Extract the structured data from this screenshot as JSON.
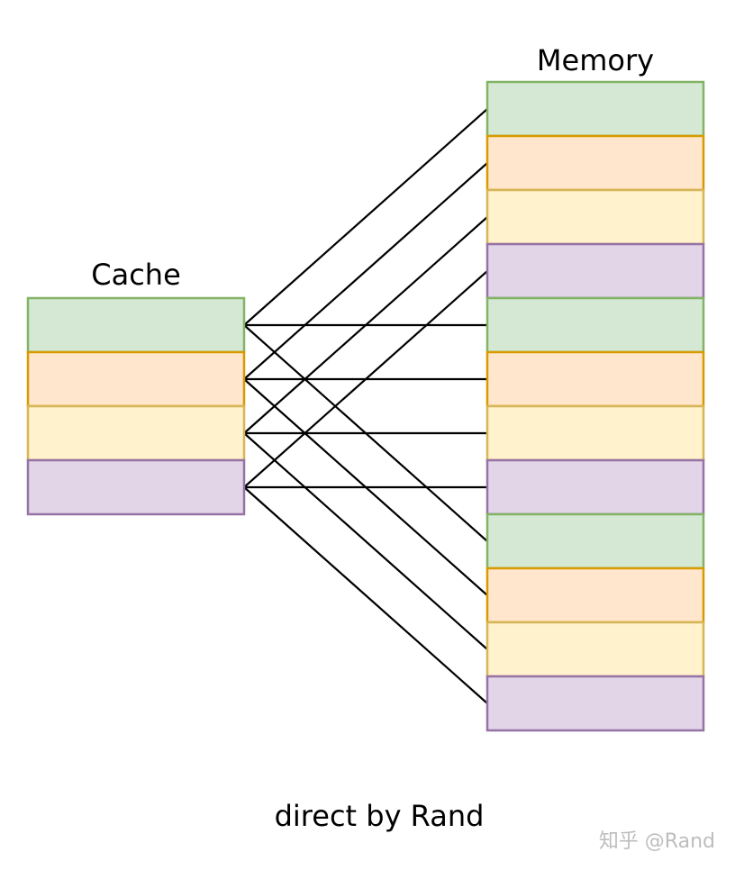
{
  "labels": {
    "cache": "Cache",
    "memory": "Memory",
    "caption": "direct by Rand",
    "watermark": "知乎 @Rand"
  },
  "colors": {
    "green": {
      "fill": "#d5e8d4",
      "stroke": "#82b366"
    },
    "orange": {
      "fill": "#ffe6cc",
      "stroke": "#d79b00"
    },
    "yellow": {
      "fill": "#fff2cc",
      "stroke": "#d6b656"
    },
    "purple": {
      "fill": "#e1d5e7",
      "stroke": "#9673a6"
    },
    "line": "#000000"
  },
  "cache": {
    "blocks": [
      {
        "color": "green"
      },
      {
        "color": "orange"
      },
      {
        "color": "yellow"
      },
      {
        "color": "purple"
      }
    ]
  },
  "memory": {
    "blocks": [
      {
        "color": "green"
      },
      {
        "color": "orange"
      },
      {
        "color": "yellow"
      },
      {
        "color": "purple"
      },
      {
        "color": "green"
      },
      {
        "color": "orange"
      },
      {
        "color": "yellow"
      },
      {
        "color": "purple"
      },
      {
        "color": "green"
      },
      {
        "color": "orange"
      },
      {
        "color": "yellow"
      },
      {
        "color": "purple"
      }
    ]
  },
  "connections": [
    {
      "from": 0,
      "to": 0
    },
    {
      "from": 0,
      "to": 4
    },
    {
      "from": 0,
      "to": 8
    },
    {
      "from": 1,
      "to": 1
    },
    {
      "from": 1,
      "to": 5
    },
    {
      "from": 1,
      "to": 9
    },
    {
      "from": 2,
      "to": 2
    },
    {
      "from": 2,
      "to": 6
    },
    {
      "from": 2,
      "to": 10
    },
    {
      "from": 3,
      "to": 3
    },
    {
      "from": 3,
      "to": 7
    },
    {
      "from": 3,
      "to": 11
    }
  ]
}
